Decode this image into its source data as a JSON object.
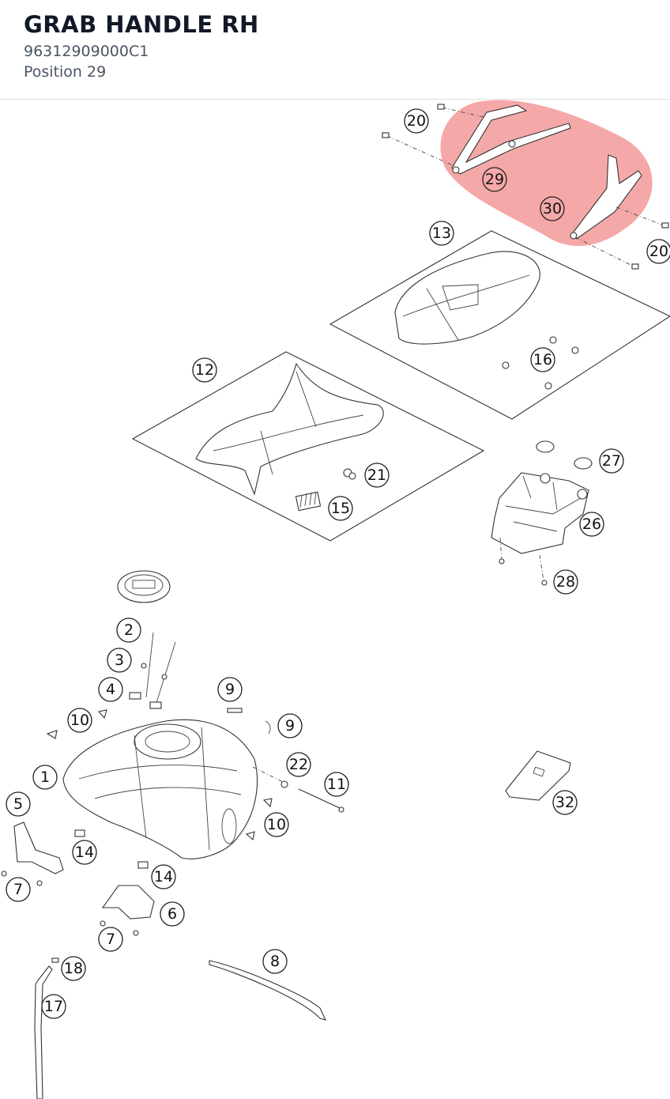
{
  "part": {
    "name": "GRAB HANDLE RH",
    "number": "96312909000C1",
    "position": "Position 29"
  },
  "colors": {
    "highlight": "#ee6e6e",
    "title": "#111827",
    "subtitle": "#4b5563",
    "line": "#333333"
  },
  "diagram": {
    "callouts": [
      "20",
      "29",
      "30",
      "20",
      "13",
      "16",
      "12",
      "21",
      "15",
      "27",
      "26",
      "28",
      "2",
      "3",
      "4",
      "9",
      "10",
      "9",
      "22",
      "1",
      "11",
      "5",
      "10",
      "14",
      "14",
      "7",
      "6",
      "7",
      "32",
      "8",
      "18",
      "17"
    ]
  }
}
